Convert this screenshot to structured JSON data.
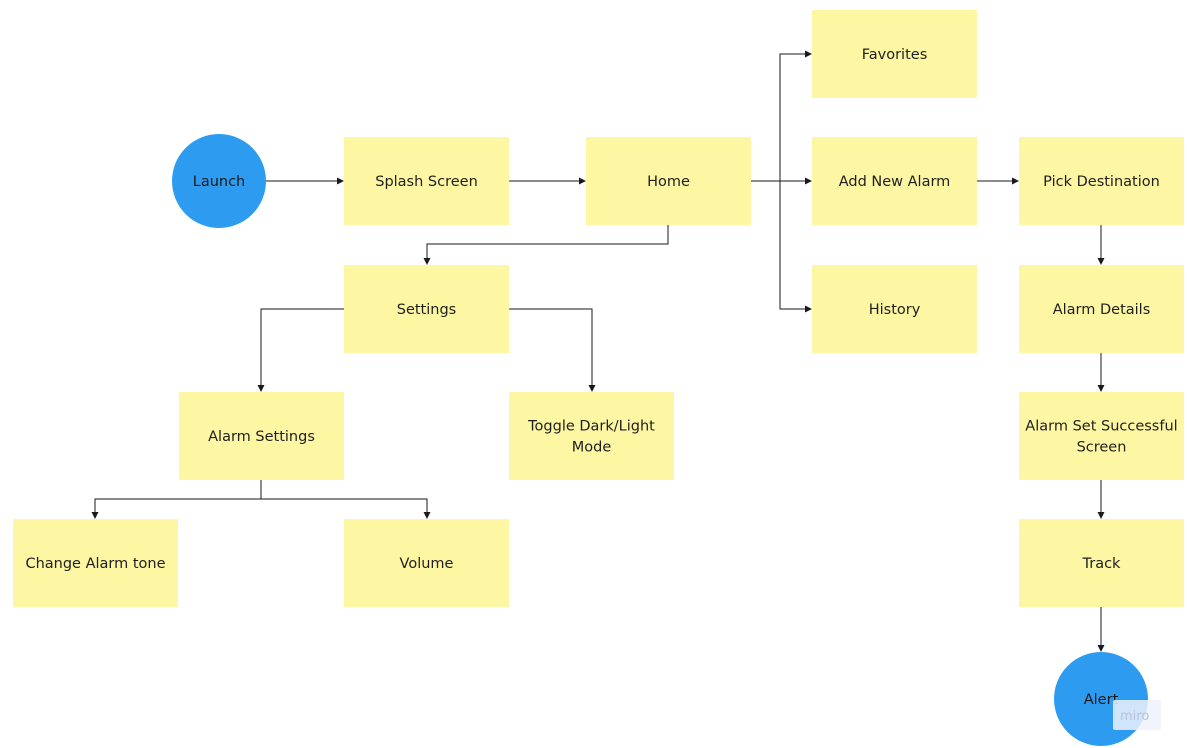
{
  "diagram": {
    "colors": {
      "sticky_note": "#fdf6a3",
      "terminal": "#2d9cf0",
      "connector": "#1a1a1a",
      "text": "#1f1f1f"
    },
    "nodes": [
      {
        "id": "launch",
        "label": "Launch",
        "shape": "circle"
      },
      {
        "id": "splash",
        "label": "Splash Screen",
        "shape": "note"
      },
      {
        "id": "home",
        "label": "Home",
        "shape": "note"
      },
      {
        "id": "favorites",
        "label": "Favorites",
        "shape": "note"
      },
      {
        "id": "add_alarm",
        "label": "Add New Alarm",
        "shape": "note"
      },
      {
        "id": "history",
        "label": "History",
        "shape": "note"
      },
      {
        "id": "pick_dest",
        "label": "Pick Destination",
        "shape": "note"
      },
      {
        "id": "settings",
        "label": "Settings",
        "shape": "note"
      },
      {
        "id": "alarm_details",
        "label": "Alarm Details",
        "shape": "note"
      },
      {
        "id": "alarm_settings",
        "label": "Alarm Settings",
        "shape": "note"
      },
      {
        "id": "toggle_mode",
        "label": [
          "Toggle Dark/Light",
          "Mode"
        ],
        "shape": "note"
      },
      {
        "id": "alarm_success",
        "label": [
          "Alarm Set Successful",
          "Screen"
        ],
        "shape": "note"
      },
      {
        "id": "change_tone",
        "label": "Change Alarm tone",
        "shape": "note"
      },
      {
        "id": "volume",
        "label": "Volume",
        "shape": "note"
      },
      {
        "id": "track",
        "label": "Track",
        "shape": "note"
      },
      {
        "id": "alert",
        "label": "Alert",
        "shape": "circle"
      }
    ],
    "edges": [
      {
        "from": "launch",
        "to": "splash"
      },
      {
        "from": "splash",
        "to": "home"
      },
      {
        "from": "home",
        "to": "favorites"
      },
      {
        "from": "home",
        "to": "add_alarm"
      },
      {
        "from": "home",
        "to": "history"
      },
      {
        "from": "home",
        "to": "settings"
      },
      {
        "from": "add_alarm",
        "to": "pick_dest"
      },
      {
        "from": "pick_dest",
        "to": "alarm_details"
      },
      {
        "from": "alarm_details",
        "to": "alarm_success"
      },
      {
        "from": "alarm_success",
        "to": "track"
      },
      {
        "from": "track",
        "to": "alert"
      },
      {
        "from": "settings",
        "to": "alarm_settings"
      },
      {
        "from": "settings",
        "to": "toggle_mode"
      },
      {
        "from": "alarm_settings",
        "to": "change_tone"
      },
      {
        "from": "alarm_settings",
        "to": "volume"
      }
    ],
    "watermark": "miro"
  }
}
